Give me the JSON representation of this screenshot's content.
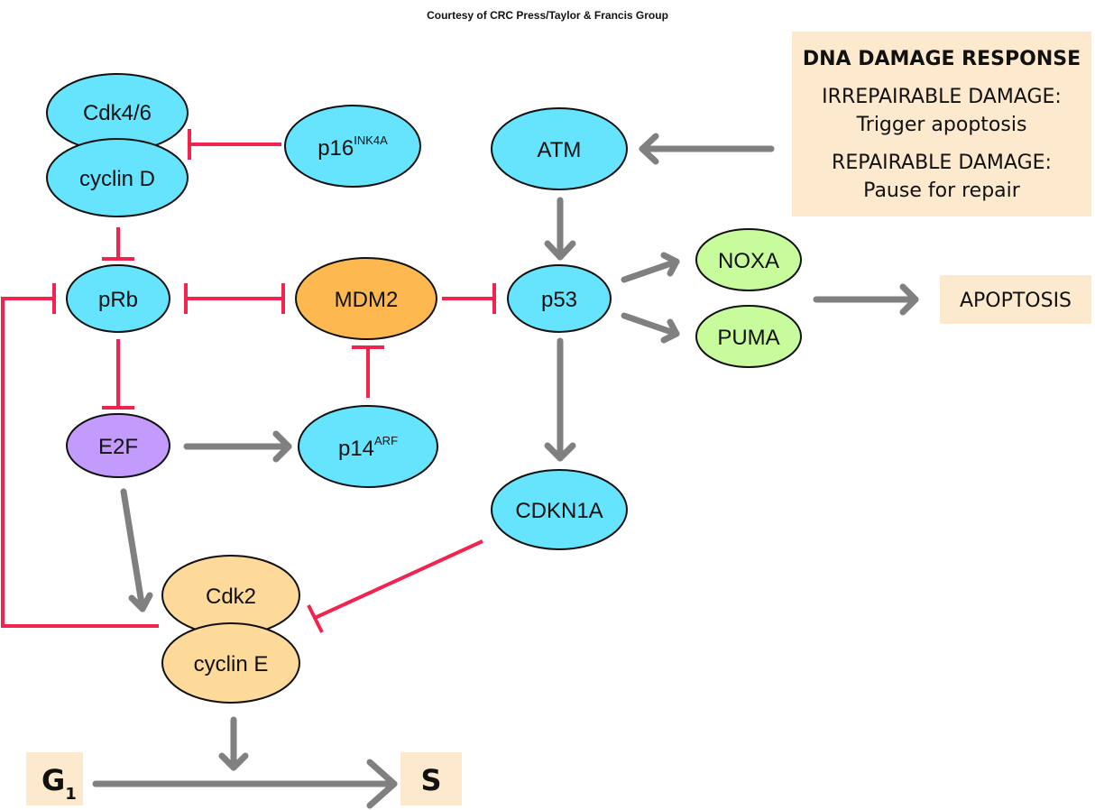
{
  "credit": "Courtesy of CRC Press/Taylor & Francis Group",
  "colors": {
    "protein_blue": "#66e4fd",
    "mdm2_orange": "#fdb94f",
    "e2f_purple": "#c39bfd",
    "proapoptotic_green": "#c7fb9b",
    "cdk2_tan": "#fdd99a",
    "box_beige": "#fde9cd",
    "activation_arrow": "#808080",
    "inhibition_line": "#f2234f"
  },
  "nodes": {
    "cdk46": {
      "label": "Cdk4/6"
    },
    "cyclinD": {
      "label": "cyclin D"
    },
    "p16": {
      "label": "p16",
      "sup": "INK4A"
    },
    "atm": {
      "label": "ATM"
    },
    "prb": {
      "label": "pRb"
    },
    "mdm2": {
      "label": "MDM2"
    },
    "p53": {
      "label": "p53"
    },
    "noxa": {
      "label": "NOXA"
    },
    "puma": {
      "label": "PUMA"
    },
    "e2f": {
      "label": "E2F"
    },
    "p14": {
      "label": "p14",
      "sup": "ARF"
    },
    "cdkn1a": {
      "label": "CDKN1A"
    },
    "cdk2": {
      "label": "Cdk2"
    },
    "cyclinE": {
      "label": "cyclin E"
    }
  },
  "dna_box": {
    "title": "DNA DAMAGE RESPONSE",
    "line1": "IRREPAIRABLE DAMAGE:",
    "line2": "Trigger apoptosis",
    "line3": "REPAIRABLE DAMAGE:",
    "line4": "Pause for repair"
  },
  "apoptosis_box": {
    "label": "APOPTOSIS"
  },
  "phases": {
    "g1": {
      "label": "G",
      "sub": "1"
    },
    "s": {
      "label": "S"
    }
  },
  "edges": [
    {
      "from": "p16",
      "to": "cdk46/cyclinD",
      "type": "inhibition"
    },
    {
      "from": "cdk46/cyclinD",
      "to": "prb",
      "type": "inhibition"
    },
    {
      "from": "dna_box",
      "to": "atm",
      "type": "activation"
    },
    {
      "from": "atm",
      "to": "p53",
      "type": "activation"
    },
    {
      "from": "mdm2",
      "to": "prb",
      "type": "inhibition"
    },
    {
      "from": "prb",
      "to": "mdm2",
      "type": "inhibition"
    },
    {
      "from": "mdm2",
      "to": "p53",
      "type": "inhibition"
    },
    {
      "from": "p53",
      "to": "noxa",
      "type": "activation"
    },
    {
      "from": "p53",
      "to": "puma",
      "type": "activation"
    },
    {
      "from": "noxa/puma",
      "to": "apoptosis_box",
      "type": "activation"
    },
    {
      "from": "prb",
      "to": "e2f",
      "type": "inhibition"
    },
    {
      "from": "p14",
      "to": "mdm2",
      "type": "inhibition"
    },
    {
      "from": "e2f",
      "to": "p14",
      "type": "activation"
    },
    {
      "from": "p53",
      "to": "cdkn1a",
      "type": "activation"
    },
    {
      "from": "e2f",
      "to": "cdk2/cyclinE",
      "type": "activation"
    },
    {
      "from": "cdkn1a",
      "to": "cdk2/cyclinE",
      "type": "inhibition"
    },
    {
      "from": "cdk2/cyclinE",
      "to": "prb",
      "type": "inhibition"
    },
    {
      "from": "cdk2/cyclinE",
      "to": "g1_s_transition",
      "type": "activation"
    },
    {
      "from": "g1",
      "to": "s",
      "type": "activation"
    }
  ]
}
